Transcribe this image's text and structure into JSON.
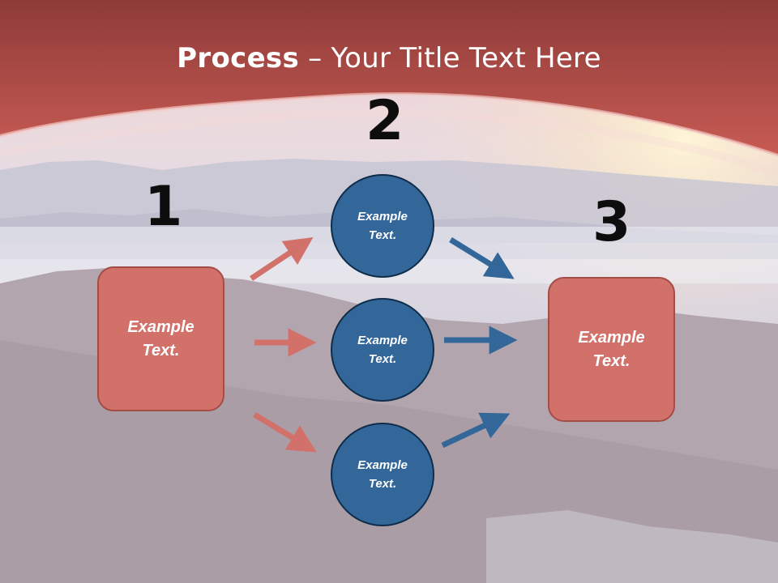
{
  "slide": {
    "title_bold": "Process",
    "title_rest": " – Your Title Text Here"
  },
  "steps": [
    {
      "number": "1",
      "text": "Example\nText."
    },
    {
      "number": "2",
      "items": [
        "Example\nText.",
        "Example\nText.",
        "Example\nText."
      ]
    },
    {
      "number": "3",
      "text": "Example\nText."
    }
  ],
  "colors": {
    "box_fill": "#d2706a",
    "box_border": "#a44d47",
    "circle_fill": "#336699",
    "circle_border": "#0f2d4a",
    "arrow_red": "#d2706a",
    "arrow_blue": "#336699",
    "banner": "#c0544c"
  }
}
